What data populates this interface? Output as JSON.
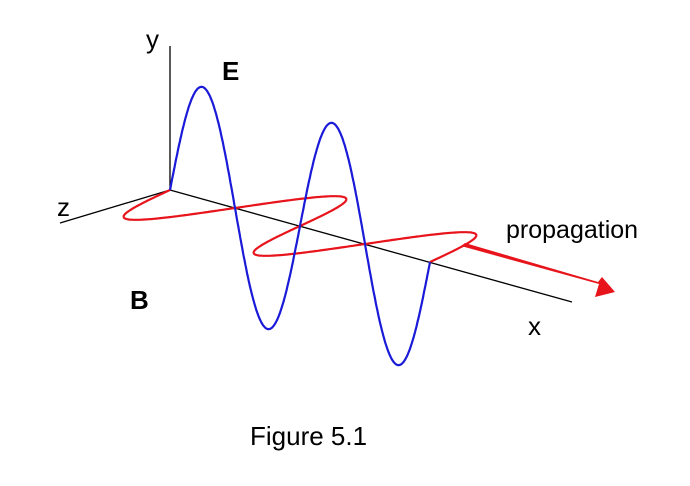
{
  "labels": {
    "y_axis": "y",
    "z_axis": "z",
    "x_axis": "x",
    "electric_field": "E",
    "magnetic_field": "B",
    "propagation": "propagation"
  },
  "caption": "Figure 5.1",
  "colors": {
    "axes": "#000000",
    "electric_wave": "#1a1ad8",
    "magnetic_wave": "#e8141c",
    "propagation_arrow": "#e8141c"
  },
  "wave": {
    "cycles": 2
  }
}
